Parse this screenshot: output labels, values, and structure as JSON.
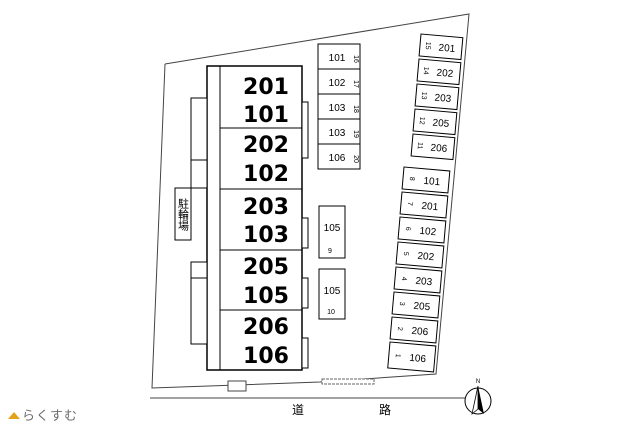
{
  "building": {
    "units": [
      {
        "upper": "201",
        "lower": "101"
      },
      {
        "upper": "202",
        "lower": "102"
      },
      {
        "upper": "203",
        "lower": "103"
      },
      {
        "upper": "205",
        "lower": "105"
      },
      {
        "upper": "206",
        "lower": "106"
      }
    ]
  },
  "bike_parking": "駐輪場",
  "road": {
    "char1": "道",
    "char2": "路"
  },
  "north_label": "N",
  "brand": "らくすむ",
  "parking_center_group": [
    {
      "room": "101",
      "num": "16"
    },
    {
      "room": "102",
      "num": "17"
    },
    {
      "room": "103",
      "num": "18"
    },
    {
      "room": "103",
      "num": "19"
    },
    {
      "room": "106",
      "num": "20"
    }
  ],
  "parking_center_single": [
    {
      "room": "105",
      "num": "9"
    },
    {
      "room": "105",
      "num": "10"
    }
  ],
  "parking_right_upper": [
    {
      "room": "201",
      "num": "15"
    },
    {
      "room": "202",
      "num": "14"
    },
    {
      "room": "203",
      "num": "13"
    },
    {
      "room": "205",
      "num": "12"
    },
    {
      "room": "206",
      "num": "11"
    }
  ],
  "parking_right_lower": [
    {
      "room": "101",
      "num": "8"
    },
    {
      "room": "201",
      "num": "7"
    },
    {
      "room": "102",
      "num": "6"
    },
    {
      "room": "202",
      "num": "5"
    },
    {
      "room": "203",
      "num": "4"
    },
    {
      "room": "205",
      "num": "3"
    },
    {
      "room": "206",
      "num": "2"
    },
    {
      "room": "106",
      "num": "1"
    }
  ]
}
